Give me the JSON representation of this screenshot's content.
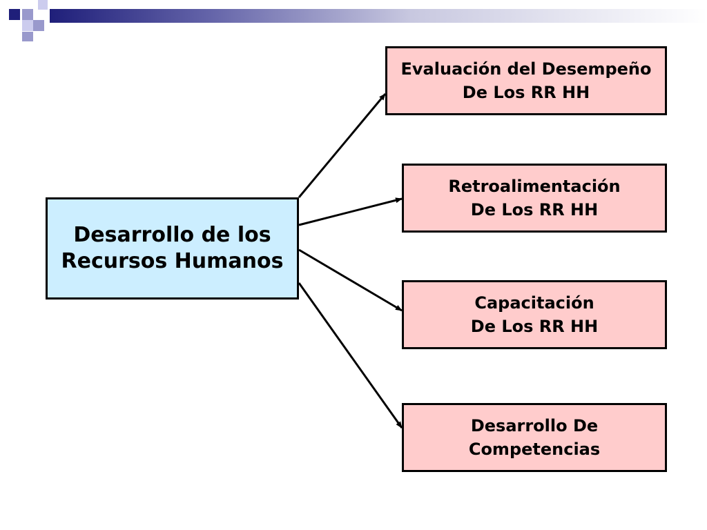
{
  "colors": {
    "central_fill": "#cceeff",
    "child_fill": "#ffcccc",
    "border": "#000000",
    "header_dark": "#1f1f7a",
    "header_light": "#9999cc"
  },
  "diagram": {
    "central": {
      "line1": "Desarrollo de los",
      "line2": "Recursos Humanos"
    },
    "children": [
      {
        "line1": "Evaluación del Desempeño",
        "line2": "De Los RR HH"
      },
      {
        "line1": "Retroalimentación",
        "line2": "De Los RR HH"
      },
      {
        "line1": "Capacitación",
        "line2": "De Los RR HH"
      },
      {
        "line1": "Desarrollo De",
        "line2": "Competencias"
      }
    ]
  }
}
